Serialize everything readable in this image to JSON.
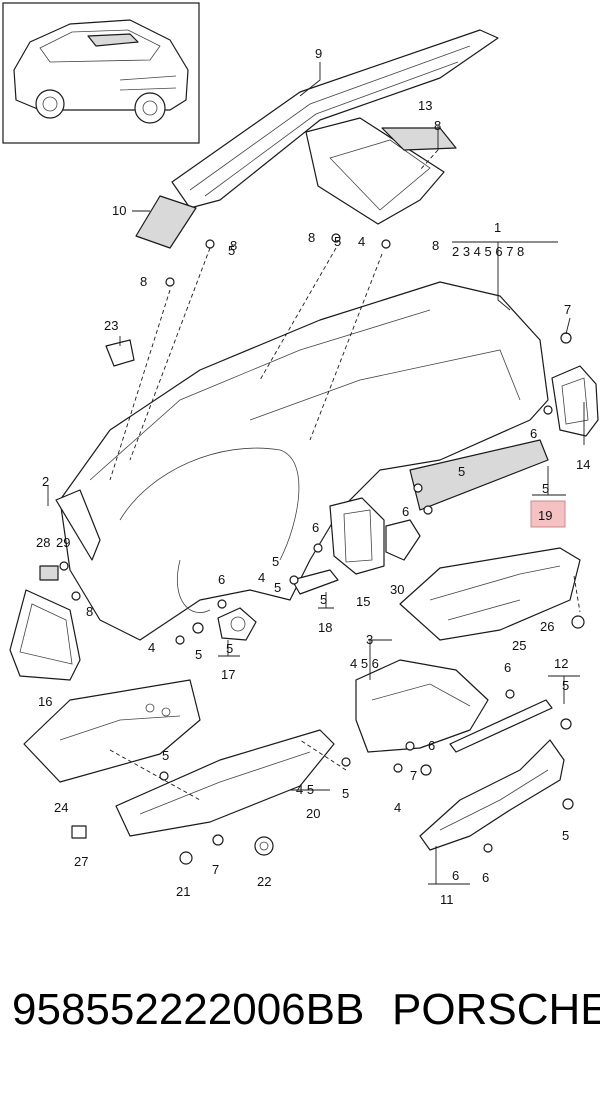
{
  "callouts": {
    "c1": "1",
    "c1_sub": "2 3 4 5 6 7 8",
    "c2": "2",
    "c3": "3",
    "c3_sub": "4 5 6",
    "c4a": "4",
    "c4b": "4",
    "c4c": "4",
    "c4d": "4",
    "c5a": "5",
    "c5b": "5",
    "c5c": "5",
    "c5d": "5",
    "c5e": "5",
    "c5f": "5",
    "c5g": "5",
    "c5h": "5",
    "c5i": "5",
    "c6a": "6",
    "c6b": "6",
    "c6c": "6",
    "c6d": "6",
    "c6e": "6",
    "c6f": "6",
    "c6g": "6",
    "c7a": "7",
    "c7b": "7",
    "c7c": "7",
    "c8a": "8",
    "c8b": "8",
    "c8c": "8",
    "c8d": "8",
    "c8e": "8",
    "c9": "9",
    "c10": "10",
    "c11": "11",
    "c12": "12",
    "c13": "13",
    "c14": "14",
    "c15": "15",
    "c16": "16",
    "c17": "17",
    "c18": "18",
    "c19": "19",
    "c20": "20",
    "c21": "21",
    "c22": "22",
    "c23": "23",
    "c24": "24",
    "c25": "25",
    "c26": "26",
    "c27": "27",
    "c28": "28",
    "c29": "29",
    "c30": "30",
    "c17_sub": "5",
    "c18_sub": "5",
    "c19_sub": "5",
    "c20_sub": "4 5",
    "c11_sub": "6",
    "c12_sub": "5",
    "c13_sub": "8"
  },
  "footer": {
    "part_number": "958552222006BB",
    "brand": "PORSCHE"
  },
  "highlight_color": "#f4c2c2"
}
